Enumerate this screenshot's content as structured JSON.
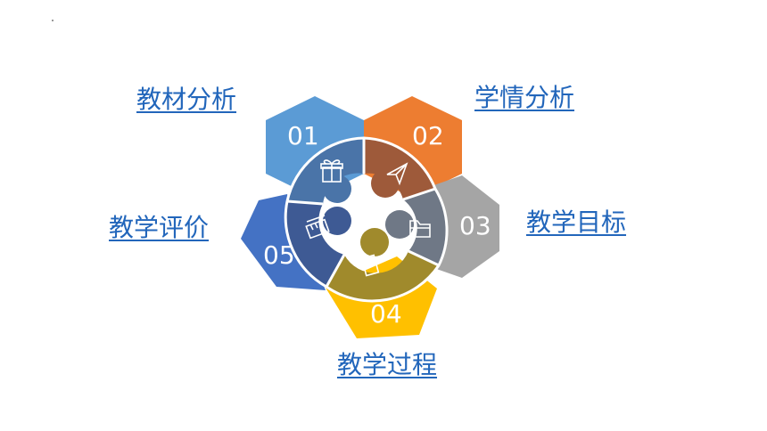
{
  "diagram": {
    "segments": [
      {
        "number": "01",
        "label": "教材分析",
        "icon": "gift-icon",
        "color": "#5b9bd5",
        "inner_color": "#4a74a8"
      },
      {
        "number": "02",
        "label": "学情分析",
        "icon": "paper-plane-icon",
        "color": "#ed7d31",
        "inner_color": "#9e5a3a"
      },
      {
        "number": "03",
        "label": "教学目标",
        "icon": "folder-icon",
        "color": "#a5a5a5",
        "inner_color": "#6f7886"
      },
      {
        "number": "04",
        "label": "教学过程",
        "icon": "notebook-icon",
        "color": "#ffc000",
        "inner_color": "#a08a2c"
      },
      {
        "number": "05",
        "label": "教学评价",
        "icon": "clapperboard-icon",
        "color": "#4472c4",
        "inner_color": "#3e5a94"
      }
    ]
  }
}
